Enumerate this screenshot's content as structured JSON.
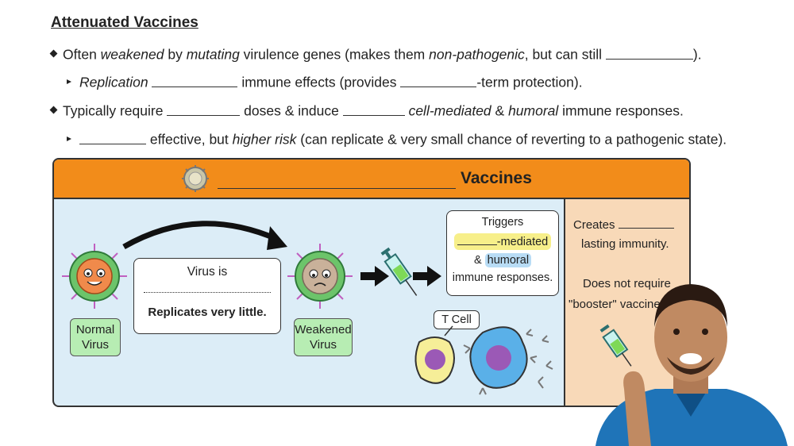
{
  "title": "Attenuated Vaccines",
  "bullet1": {
    "a": "Often ",
    "b": "weakened",
    "c": " by ",
    "d": "mutating",
    "e": " virulence genes (makes them ",
    "f": "non-pathogenic",
    "g": ", but can still ",
    "h": ")."
  },
  "sub1": {
    "a": "Replication",
    "b": " immune effects (provides ",
    "c": "-term protection)."
  },
  "bullet2": {
    "a": "Typically require ",
    "b": " doses & induce ",
    "c": "cell-mediated",
    "d": " & ",
    "e": "humoral",
    "f": " immune responses."
  },
  "sub2": {
    "a": " effective, but ",
    "b": "higher risk",
    "c": " (can replicate & very small chance of reverting to a pathogenic state)."
  },
  "panel": {
    "header": "Vaccines",
    "virus_box": {
      "line1": "Virus is",
      "line3": "Replicates very little."
    },
    "normal_label": "Normal Virus",
    "weakened_label": "Weakened Virus",
    "triggers": {
      "line1": "Triggers",
      "mediated": "-mediated",
      "amp": "& ",
      "humoral": "humoral",
      "line4": "immune responses."
    },
    "tcell": "T Cell",
    "right": {
      "line1": "Creates",
      "line2": "lasting immunity.",
      "line3": "Does not require",
      "line4": "\"booster\" vaccines."
    }
  },
  "colors": {
    "orange": "#f28c1a",
    "panel_bg": "#dcedf7",
    "peach": "#f8d9b8",
    "green_label": "#b7edb3",
    "yellow_hl": "#f7ef8a",
    "blue_hl": "#b8dcf5",
    "shirt": "#1f74b8"
  }
}
